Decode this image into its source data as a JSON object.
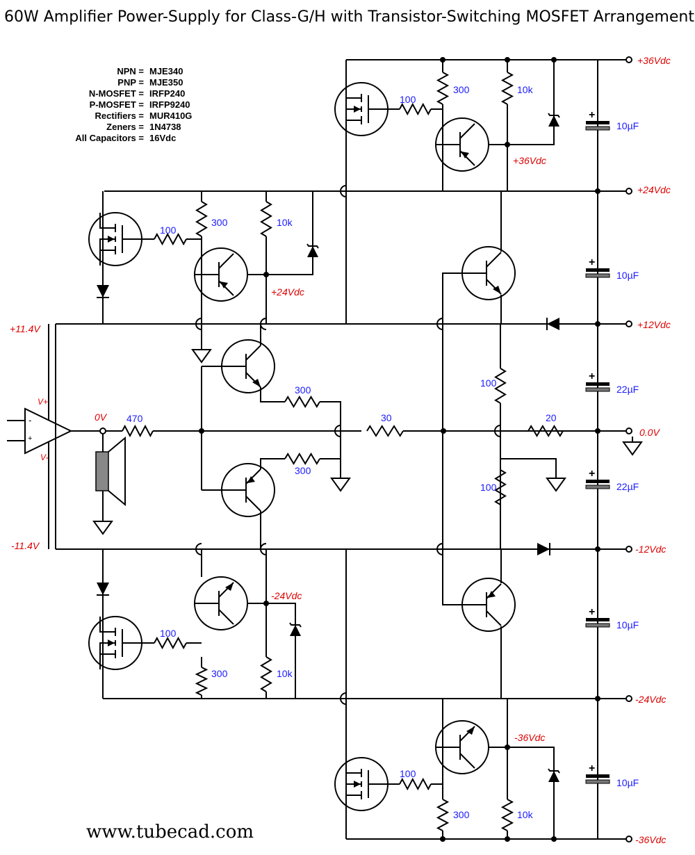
{
  "title": "60W Amplifier Power-Supply for Class-G/H with Transistor-Switching MOSFET Arrangement",
  "legend": [
    {
      "key": "NPN =",
      "value": "MJE340"
    },
    {
      "key": "PNP =",
      "value": "MJE350"
    },
    {
      "key": "N-MOSFET =",
      "value": "IRFP240"
    },
    {
      "key": "P-MOSFET =",
      "value": "IRFP9240"
    },
    {
      "key": "Rectifiers =",
      "value": "MUR410G"
    },
    {
      "key": "Zeners =",
      "value": "1N4738"
    },
    {
      "key": "All Capacitors =",
      "value": "16Vdc"
    }
  ],
  "rails": {
    "p36": "+36Vdc",
    "p24": "+24Vdc",
    "p12": "+12Vdc",
    "zero": "0.0V",
    "n12": "-12Vdc",
    "n24": "-24Vdc",
    "n36": "-36Vdc"
  },
  "amp": {
    "vplus_rail": "+11.4V",
    "vminus_rail": "-11.4V",
    "out": "0V",
    "vp": "V+",
    "vm": "V-",
    "inv": "-",
    "noninv": "+"
  },
  "nodes": {
    "p36": "+36Vdc",
    "p24": "+24Vdc",
    "n24": "-24Vdc",
    "n36": "-36Vdc"
  },
  "resistors": {
    "r100": "100",
    "r300": "300",
    "r10k": "10k",
    "r470": "470",
    "r30": "30",
    "r20": "20"
  },
  "caps": {
    "c10": "10µF",
    "c22": "22µF"
  },
  "footer": "www.tubecad.com"
}
